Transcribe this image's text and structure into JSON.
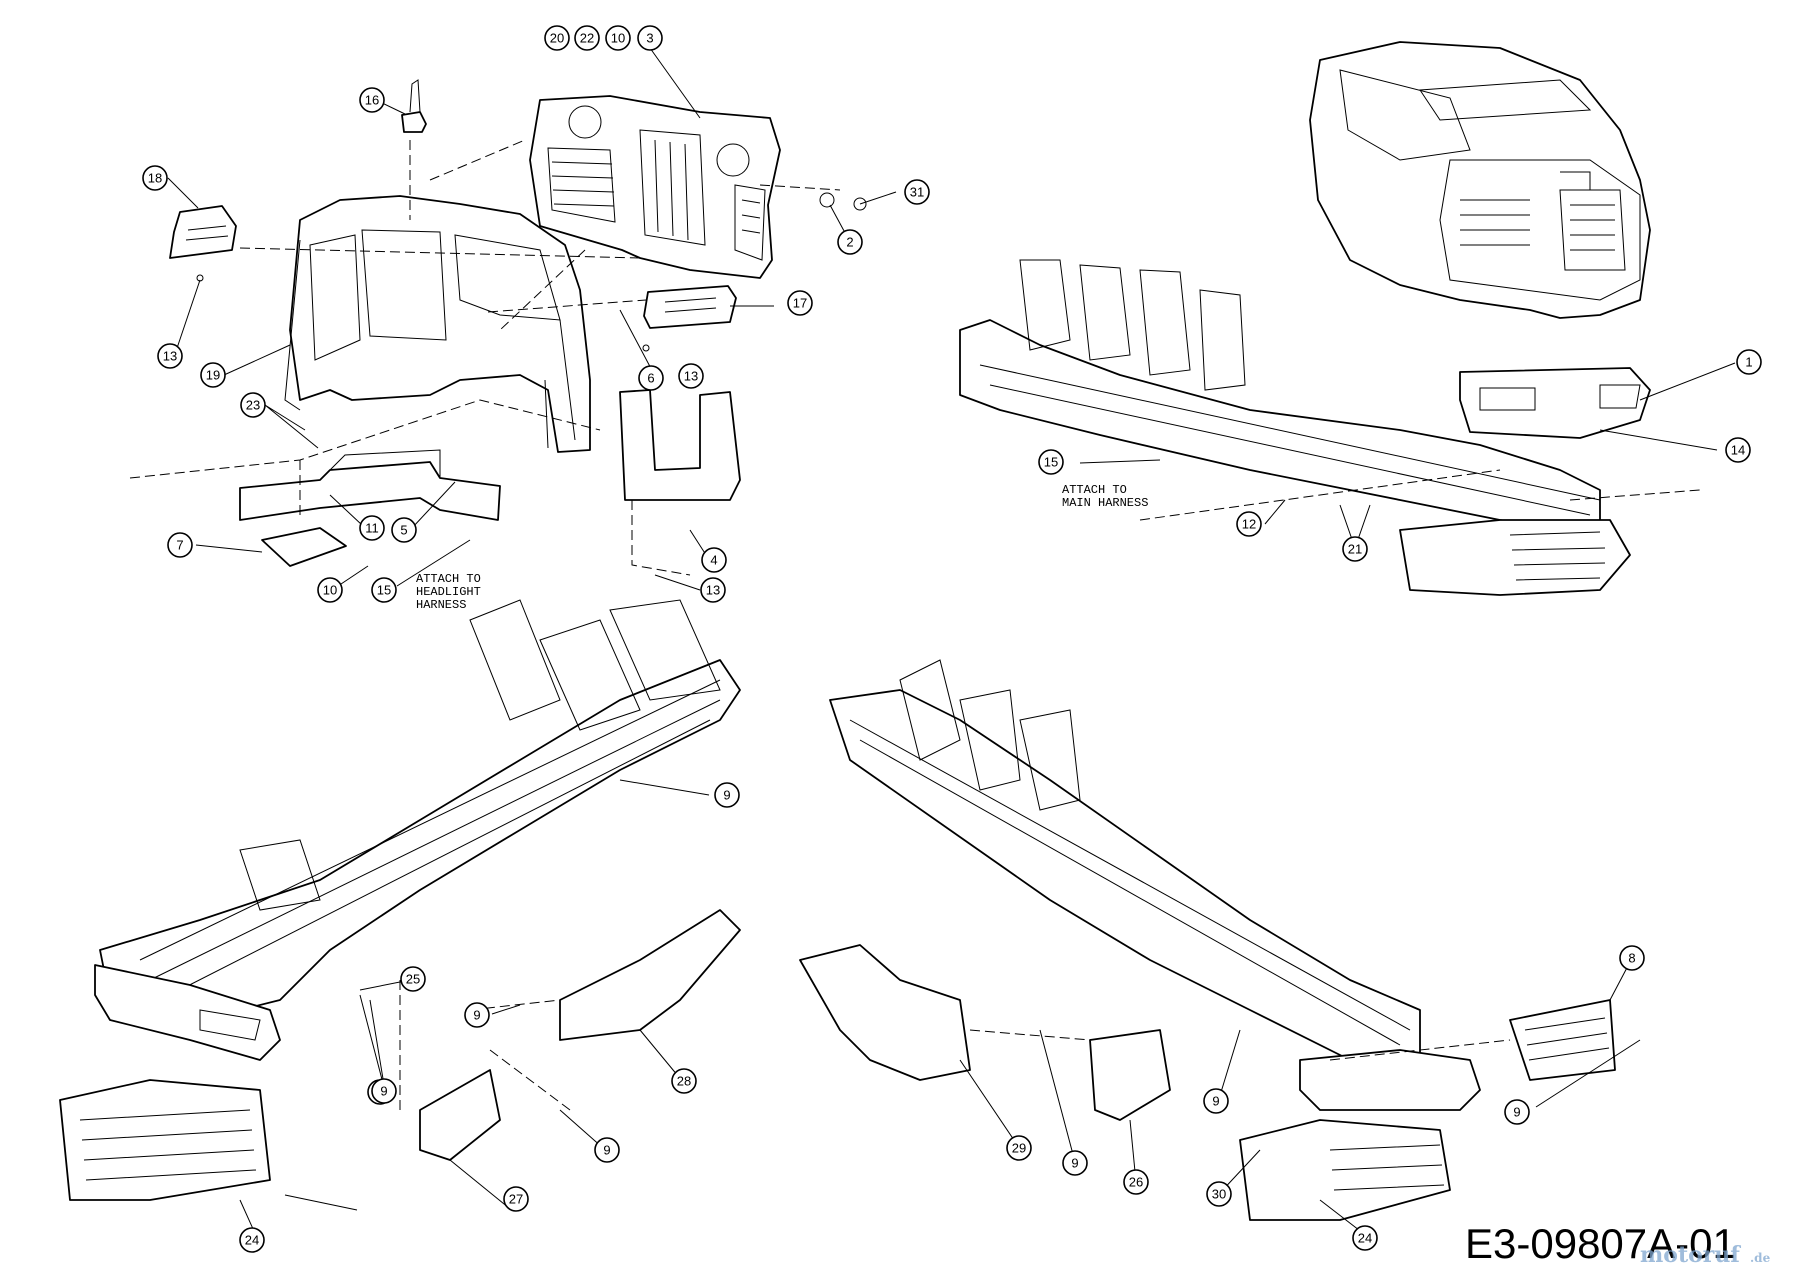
{
  "drawing_number": "E3-09807A-01",
  "watermark": "motoruf",
  "watermark_suffix": ".de",
  "notes": {
    "headlight": [
      "ATTACH TO",
      "HEADLIGHT",
      "HARNESS"
    ],
    "main": [
      "ATTACH TO",
      "MAIN HARNESS"
    ]
  },
  "callouts": [
    {
      "id": "c20a",
      "label": "20"
    },
    {
      "id": "c22",
      "label": "22"
    },
    {
      "id": "c10a",
      "label": "10"
    },
    {
      "id": "c3",
      "label": "3"
    },
    {
      "id": "c16",
      "label": "16"
    },
    {
      "id": "c18",
      "label": "18"
    },
    {
      "id": "c31",
      "label": "31"
    },
    {
      "id": "c2",
      "label": "2"
    },
    {
      "id": "c17",
      "label": "17"
    },
    {
      "id": "c13a",
      "label": "13"
    },
    {
      "id": "c6",
      "label": "6"
    },
    {
      "id": "c13b",
      "label": "13"
    },
    {
      "id": "c19",
      "label": "19"
    },
    {
      "id": "c23",
      "label": "23"
    },
    {
      "id": "c11",
      "label": "11"
    },
    {
      "id": "c5",
      "label": "5"
    },
    {
      "id": "c7",
      "label": "7"
    },
    {
      "id": "c10b",
      "label": "10"
    },
    {
      "id": "c15a",
      "label": "15"
    },
    {
      "id": "c4",
      "label": "4"
    },
    {
      "id": "c13c",
      "label": "13"
    },
    {
      "id": "c1",
      "label": "1"
    },
    {
      "id": "c14",
      "label": "14"
    },
    {
      "id": "c15b",
      "label": "15"
    },
    {
      "id": "c12",
      "label": "12"
    },
    {
      "id": "c21",
      "label": "21"
    },
    {
      "id": "c9a",
      "label": "9"
    },
    {
      "id": "c25",
      "label": "25"
    },
    {
      "id": "c9b",
      "label": "9"
    },
    {
      "id": "c28",
      "label": "28"
    },
    {
      "id": "c9c",
      "label": "9"
    },
    {
      "id": "c9d",
      "label": "9"
    },
    {
      "id": "c27",
      "label": "27"
    },
    {
      "id": "c9e",
      "label": "9"
    },
    {
      "id": "c24a",
      "label": "24"
    },
    {
      "id": "c8",
      "label": "8"
    },
    {
      "id": "c9f",
      "label": "9"
    },
    {
      "id": "c29",
      "label": "29"
    },
    {
      "id": "c9g",
      "label": "9"
    },
    {
      "id": "c26",
      "label": "26"
    },
    {
      "id": "c9h",
      "label": "9"
    },
    {
      "id": "c30",
      "label": "30"
    },
    {
      "id": "c24b",
      "label": "24"
    }
  ]
}
